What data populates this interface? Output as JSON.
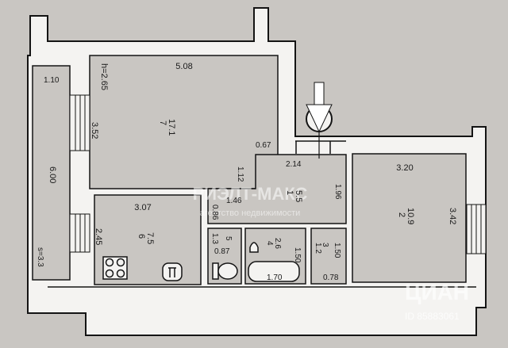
{
  "dims": {
    "top_width": "5.08",
    "ceiling": "h=2.65",
    "room7_depth": "3.52",
    "balcony_width": "1.10",
    "balcony_length": "6.00",
    "balcony_area": "s=3.3",
    "corr_a": "0.67",
    "corr_b": "2.14",
    "corr_c": "1.12",
    "corr_d": "1.96",
    "room2_width": "3.20",
    "room2_depth": "3.42",
    "kitchen_width": "3.07",
    "kitchen_depth": "2.45",
    "hall_a": "0.86",
    "hall_b": "1.46",
    "wc_a": "1.3",
    "wc_b": "0.87",
    "bath_a": "1.50",
    "bath_b": "1.70",
    "closet_a": "1.50",
    "closet_b": "0.78"
  },
  "rooms": {
    "r7_num": "7",
    "r7_area": "17.1",
    "r1_num": "1",
    "r1_area": "5.5",
    "r2_num": "2",
    "r2_area": "10.9",
    "r6_num": "6",
    "r6_area": "7.5",
    "r5_num": "5",
    "r4_num": "4",
    "r4_area": "2.6",
    "r3_num": "3",
    "r3_area": "1.2"
  },
  "watermarks": {
    "brand": "РИЭЛТ-МАКС",
    "tagline": "агентство недвижимости",
    "site": "ЦИАН",
    "listing_id": "ID 85883061"
  },
  "colors": {
    "paper": "#c9c6c2",
    "wall": "#f4f3f1",
    "line": "#141414"
  },
  "icons": [
    "entrance-arrow-icon",
    "stove-icon",
    "sink-icon",
    "toilet-icon",
    "bathtub-icon"
  ]
}
